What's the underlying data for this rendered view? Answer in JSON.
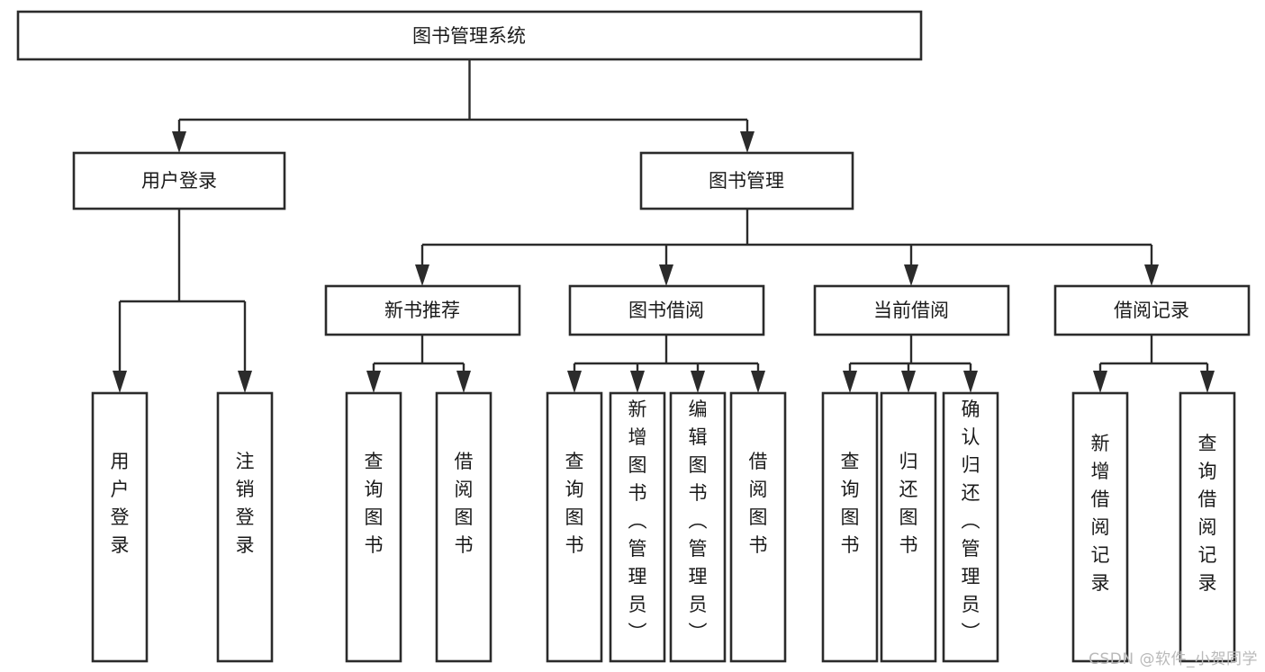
{
  "diagram": {
    "type": "tree-hierarchy-chart",
    "title": "图书管理系统",
    "watermark": "CSDN @软件_小贺同学",
    "colors": {
      "stroke": "#2b2b2b",
      "fill": "#ffffff",
      "text": "#1a1a1a",
      "watermark": "#b9b9b9"
    },
    "root": {
      "id": "root",
      "label": "图书管理系统",
      "orientation": "horizontal"
    },
    "level2": [
      {
        "id": "user-login",
        "label": "用户登录",
        "orientation": "horizontal"
      },
      {
        "id": "book-manage",
        "label": "图书管理",
        "orientation": "horizontal"
      }
    ],
    "level3": [
      {
        "id": "new-book-recommend",
        "label": "新书推荐",
        "parent": "book-manage",
        "orientation": "horizontal"
      },
      {
        "id": "book-borrow",
        "label": "图书借阅",
        "parent": "book-manage",
        "orientation": "horizontal"
      },
      {
        "id": "current-borrow",
        "label": "当前借阅",
        "parent": "book-manage",
        "orientation": "horizontal"
      },
      {
        "id": "borrow-record",
        "label": "借阅记录",
        "parent": "book-manage",
        "orientation": "horizontal"
      }
    ],
    "leaves": [
      {
        "id": "leaf-user-login",
        "label": "用户登录",
        "parent": "user-login",
        "orientation": "vertical"
      },
      {
        "id": "leaf-user-logout",
        "label": "注销登录",
        "parent": "user-login",
        "orientation": "vertical"
      },
      {
        "id": "leaf-query-book-1",
        "label": "查询图书",
        "parent": "new-book-recommend",
        "orientation": "vertical"
      },
      {
        "id": "leaf-borrow-book-1",
        "label": "借阅图书",
        "parent": "new-book-recommend",
        "orientation": "vertical"
      },
      {
        "id": "leaf-query-book-2",
        "label": "查询图书",
        "parent": "book-borrow",
        "orientation": "vertical"
      },
      {
        "id": "leaf-add-book",
        "label": "新增图书（管理员）",
        "parent": "book-borrow",
        "orientation": "vertical"
      },
      {
        "id": "leaf-edit-book",
        "label": "编辑图书（管理员）",
        "parent": "book-borrow",
        "orientation": "vertical"
      },
      {
        "id": "leaf-borrow-book-2",
        "label": "借阅图书",
        "parent": "book-borrow",
        "orientation": "vertical"
      },
      {
        "id": "leaf-query-book-3",
        "label": "查询图书",
        "parent": "current-borrow",
        "orientation": "vertical"
      },
      {
        "id": "leaf-return-book",
        "label": "归还图书",
        "parent": "current-borrow",
        "orientation": "vertical"
      },
      {
        "id": "leaf-confirm-return",
        "label": "确认归还（管理员）",
        "parent": "current-borrow",
        "orientation": "vertical"
      },
      {
        "id": "leaf-add-record",
        "label": "新增借阅记录",
        "parent": "borrow-record",
        "orientation": "vertical"
      },
      {
        "id": "leaf-query-record",
        "label": "查询借阅记录",
        "parent": "borrow-record",
        "orientation": "vertical"
      }
    ]
  }
}
